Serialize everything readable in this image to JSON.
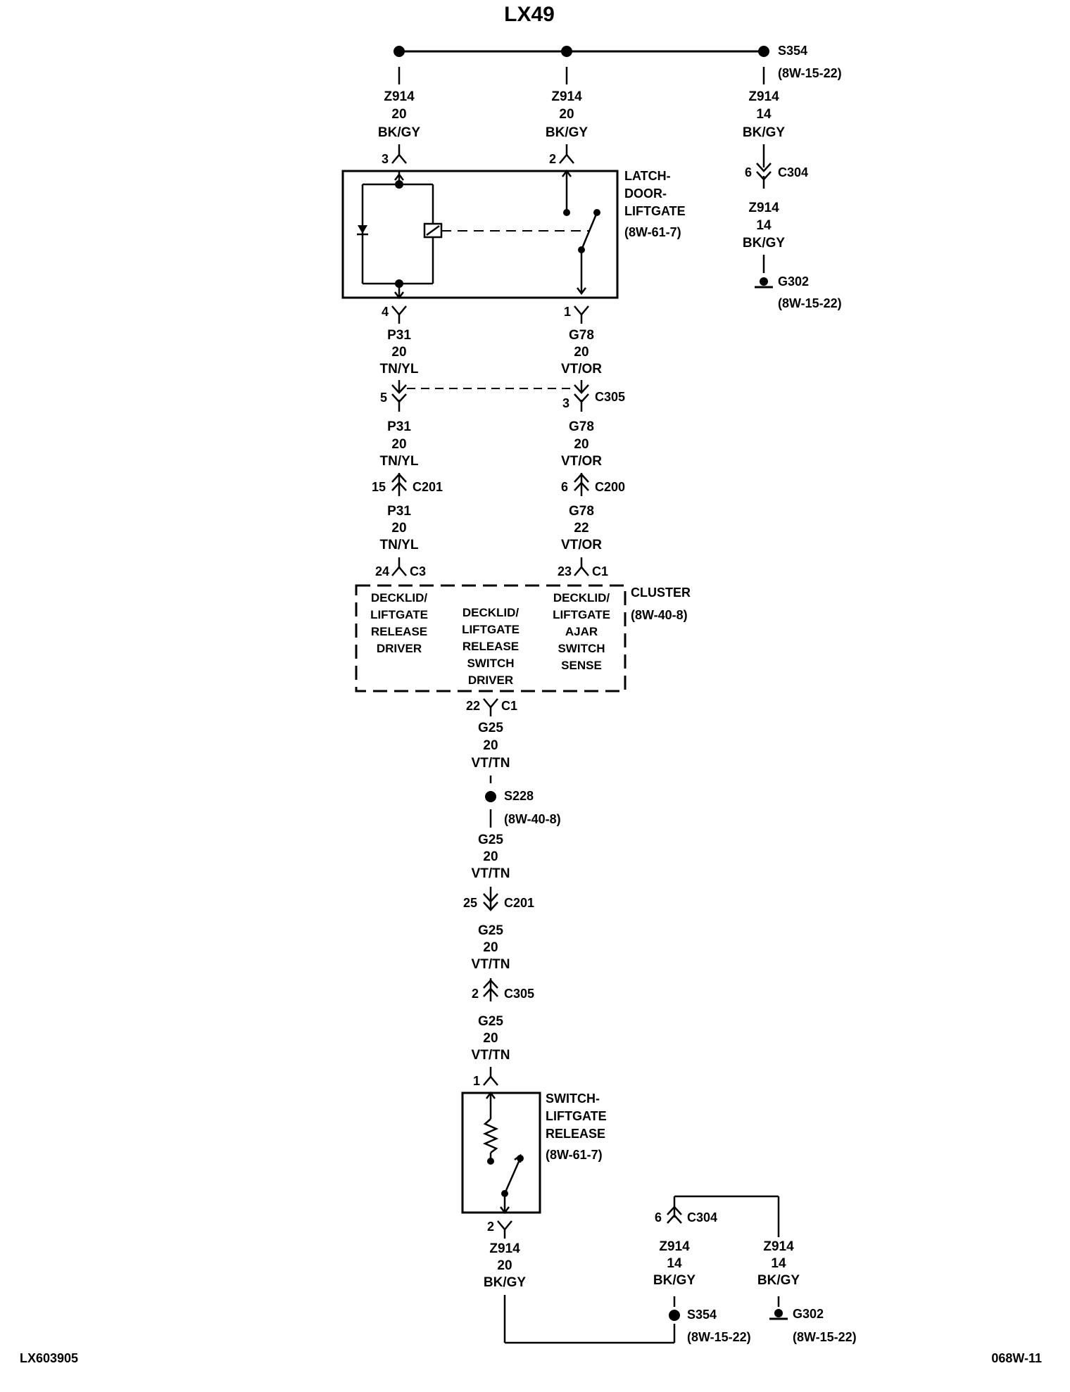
{
  "title": "LX49",
  "footer": {
    "left": "LX603905",
    "right": "068W-11"
  },
  "top_wires": [
    {
      "circuit": "Z914",
      "gauge": "20",
      "color": "BK/GY"
    },
    {
      "circuit": "Z914",
      "gauge": "20",
      "color": "BK/GY"
    },
    {
      "circuit": "Z914",
      "gauge": "14",
      "color": "BK/GY"
    }
  ],
  "right_column": {
    "splice": "S354",
    "splice_ref": "(8W-15-22)",
    "connector": "C304",
    "connector_pin": "6",
    "wire_below": {
      "circuit": "Z914",
      "gauge": "14",
      "color": "BK/GY"
    },
    "ground": "G302",
    "ground_ref": "(8W-15-22)"
  },
  "latch": {
    "name": [
      "LATCH-",
      "DOOR-",
      "LIFTGATE"
    ],
    "ref": "(8W-61-7)",
    "pin_top_left": "3",
    "pin_top_right": "2",
    "pin_bottom_left": "4",
    "pin_bottom_right": "1"
  },
  "left_chain": {
    "wire1": {
      "circuit": "P31",
      "gauge": "20",
      "color": "TN/YL"
    },
    "c305_pin": "5",
    "wire2": {
      "circuit": "P31",
      "gauge": "20",
      "color": "TN/YL"
    },
    "c201_pin": "15",
    "c201": "C201",
    "wire3": {
      "circuit": "P31",
      "gauge": "20",
      "color": "TN/YL"
    },
    "c3_pin": "24",
    "c3": "C3"
  },
  "right_chain": {
    "wire1": {
      "circuit": "G78",
      "gauge": "20",
      "color": "VT/OR"
    },
    "c305_pin": "3",
    "c305": "C305",
    "wire2": {
      "circuit": "G78",
      "gauge": "20",
      "color": "VT/OR"
    },
    "c200_pin": "6",
    "c200": "C200",
    "wire3": {
      "circuit": "G78",
      "gauge": "22",
      "color": "VT/OR"
    },
    "c1_pin": "23",
    "c1": "C1"
  },
  "cluster": {
    "name": "CLUSTER",
    "ref": "(8W-40-8)",
    "func_left": [
      "DECKLID/",
      "LIFTGATE",
      "RELEASE",
      "DRIVER"
    ],
    "func_mid": [
      "DECKLID/",
      "LIFTGATE",
      "RELEASE",
      "SWITCH",
      "DRIVER"
    ],
    "func_right": [
      "DECKLID/",
      "LIFTGATE",
      "AJAR",
      "SWITCH",
      "SENSE"
    ],
    "out_pin": "22",
    "out_conn": "C1"
  },
  "center_chain": {
    "wire1": {
      "circuit": "G25",
      "gauge": "20",
      "color": "VT/TN"
    },
    "splice": "S228",
    "splice_ref": "(8W-40-8)",
    "wire2": {
      "circuit": "G25",
      "gauge": "20",
      "color": "VT/TN"
    },
    "c201_pin": "25",
    "c201": "C201",
    "wire3": {
      "circuit": "G25",
      "gauge": "20",
      "color": "VT/TN"
    },
    "c305_pin": "2",
    "c305": "C305",
    "wire4": {
      "circuit": "G25",
      "gauge": "20",
      "color": "VT/TN"
    }
  },
  "switch": {
    "name": [
      "SWITCH-",
      "LIFTGATE",
      "RELEASE"
    ],
    "ref": "(8W-61-7)",
    "pin_top": "1",
    "pin_bottom": "2",
    "wire_below": {
      "circuit": "Z914",
      "gauge": "20",
      "color": "BK/GY"
    }
  },
  "bottom_ground": {
    "c304_pin": "6",
    "c304": "C304",
    "wire_left": {
      "circuit": "Z914",
      "gauge": "14",
      "color": "BK/GY"
    },
    "wire_right": {
      "circuit": "Z914",
      "gauge": "14",
      "color": "BK/GY"
    },
    "splice": "S354",
    "splice_ref": "(8W-15-22)",
    "ground": "G302",
    "ground_ref": "(8W-15-22)"
  }
}
